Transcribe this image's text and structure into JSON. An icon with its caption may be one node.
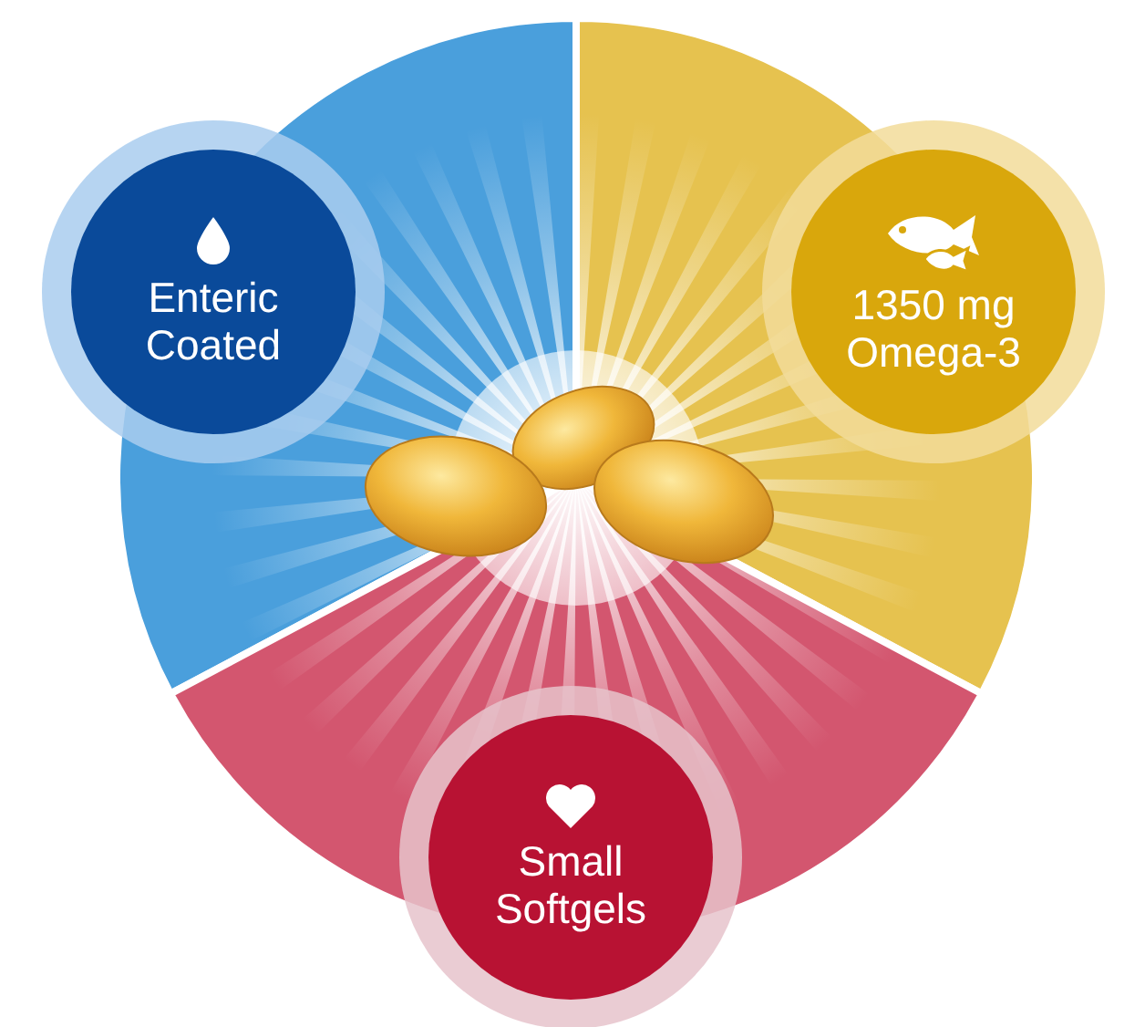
{
  "diagram": {
    "nodes": [
      {
        "text": [
          "Enteric Coated"
        ]
      },
      {
        "text": [
          "1350 mg Omega-3"
        ]
      },
      {
        "text": [
          "Small Softgels"
        ]
      }
    ]
  }
}
